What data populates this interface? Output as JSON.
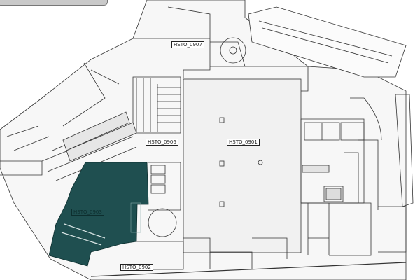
{
  "map": {
    "zones": [
      {
        "id": "HSTO_0907",
        "highlighted": false
      },
      {
        "id": "HSTO_0906",
        "highlighted": false
      },
      {
        "id": "HSTO_0901",
        "highlighted": false
      },
      {
        "id": "HSTO_0902",
        "highlighted": false
      },
      {
        "id": "HSTO_0903",
        "highlighted": true
      }
    ],
    "highlight_color": "#1f4f50"
  }
}
